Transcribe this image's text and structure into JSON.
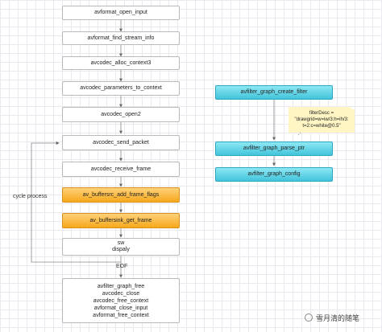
{
  "left_flow": [
    "avformat_open_input",
    "avformat_find_stream_info",
    "avcodec_alloc_context3",
    "avcodec_parameters_to_context",
    "avcodec_open2",
    "avcodec_send_packet",
    "avcodec_receive_frame",
    "av_buffersrc_add_frame_flags",
    "av_buffersink_get_frame"
  ],
  "sw_display": {
    "line1": "sw",
    "line2": "dispaly"
  },
  "eof_label": "EOF",
  "cleanup_lines": [
    "avfilter_graph_free",
    "avcodec_close",
    "avcodec_free_context",
    "avformat_close_input",
    "avformat_free_context"
  ],
  "cycle_label": "cycle process",
  "right_flow": [
    "avfilter_graph_create_filter",
    "avfilter_graph_parse_ptr",
    "avfilter_graph_config"
  ],
  "note": {
    "line1": "filterDesc =",
    "line2": "\"drawgrid=w=iw/3:h=ih/3:",
    "line3": "t=2:c=white@0.5\""
  },
  "watermark": "雪月清的随笔",
  "colors": {
    "orange": "#f6a81c",
    "blue": "#42c4db",
    "note": "#fff6c4"
  }
}
